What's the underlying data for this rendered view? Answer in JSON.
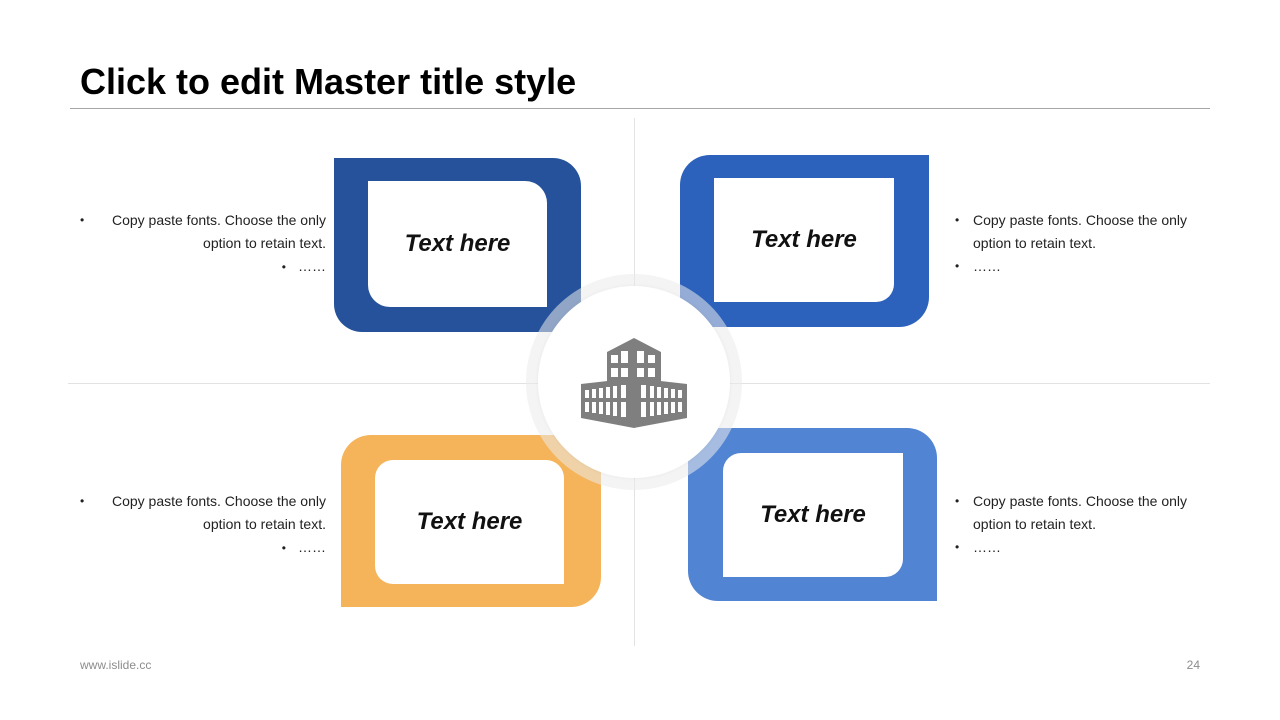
{
  "slide": {
    "title": "Click to edit Master title style",
    "footer_url": "www.islide.cc",
    "page_number": "24"
  },
  "cards": [
    {
      "label": "Text here",
      "color": "#25529a"
    },
    {
      "label": "Text here",
      "color": "#2c61bc"
    },
    {
      "label": "Text here",
      "color": "#f5b45a"
    },
    {
      "label": "Text here",
      "color": "#5284d4"
    }
  ],
  "blocks": [
    {
      "line1": "Copy paste fonts. Choose the only option to retain text.",
      "line2": "……"
    },
    {
      "line1": "Copy paste fonts. Choose the only option to retain text.",
      "line2": "……"
    },
    {
      "line1": "Copy paste fonts. Choose the only option to retain text.",
      "line2": "……"
    },
    {
      "line1": "Copy paste fonts. Choose the only option to retain text.",
      "line2": "……"
    }
  ],
  "hub": {
    "icon": "building-icon",
    "icon_color": "#7f7f7f"
  }
}
